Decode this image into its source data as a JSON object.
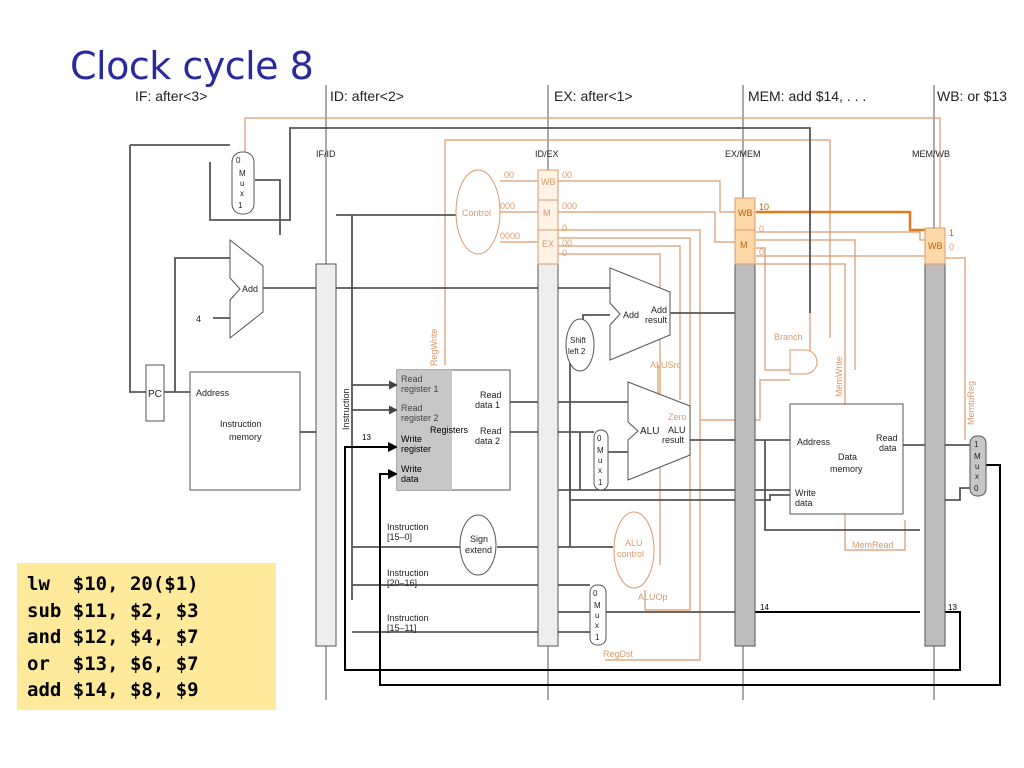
{
  "title": "Clock cycle 8",
  "stages": {
    "if": "IF: after<3>",
    "id": "ID: after<2>",
    "ex": "EX: after<1>",
    "mem": "MEM: add $14, . . .",
    "wb": "WB: or $13"
  },
  "pipeline_registers": {
    "ifid": "IF/ID",
    "idex": "ID/EX",
    "exmem": "EX/MEM",
    "memwb": "MEM/WB"
  },
  "units": {
    "pc": "PC",
    "address": "Address",
    "imem1": "Instruction",
    "imem2": "memory",
    "add": "Add",
    "four": "4",
    "mux": [
      "M",
      "u",
      "x"
    ],
    "zero": "0",
    "one": "1",
    "instruction": "Instruction",
    "regs": {
      "rr1a": "Read",
      "rr1b": "register 1",
      "rr2a": "Read",
      "rr2b": "register 2",
      "wra": "Write",
      "wrb": "register",
      "wda": "Write",
      "wdb": "data",
      "name": "Registers",
      "rd1a": "Read",
      "rd1b": "data 1",
      "rd2a": "Read",
      "rd2b": "data 2"
    },
    "sign1": "Sign",
    "sign2": "extend",
    "shift1": "Shift",
    "shift2": "left 2",
    "addresult_add": "Add",
    "addresult1": "Add",
    "addresult2": "result",
    "alu": "ALU",
    "alur1": "ALU",
    "alur2": "result",
    "zero_label": "Zero",
    "aluctl1": "ALU",
    "aluctl2": "control",
    "dmem_addr": "Address",
    "dmem1": "Data",
    "dmem2": "memory",
    "dmem_rd1": "Read",
    "dmem_rd2": "data",
    "dmem_wd1": "Write",
    "dmem_wd2": "data",
    "control": "Control",
    "wb": "WB",
    "m": "M",
    "ex": "EX",
    "inst150a": "Instruction",
    "inst150b": "[15–0]",
    "inst2016a": "Instruction",
    "inst2016b": "[20–16]",
    "inst1511a": "Instruction",
    "inst1511b": "[15–11]"
  },
  "control_signals": {
    "regwrite": "RegWrite",
    "alusrc": "ALUSrc",
    "aluop": "ALUOp",
    "regdst": "RegDst",
    "branch": "Branch",
    "memwrite": "MemWrite",
    "memread": "MemRead",
    "memtoreg": "MemtoReg"
  },
  "values": {
    "idex_wb": "00",
    "idex_m": "000",
    "idex_ex": "0000",
    "exwb": "00",
    "exm": "000",
    "ex0a": "0",
    "ex0b": "00",
    "ex0c": "0",
    "memwb_wb": "10",
    "mm0a": "0",
    "mm0b": "0",
    "wb1": "1",
    "wb0": "0",
    "r13a": "13",
    "r14": "14",
    "r13b": "13"
  },
  "code": [
    "lw  $10, 20($1)",
    "sub $11, $2, $3",
    "and $12, $4, $7",
    "or  $13, $6, $7",
    "add $14, $8, $9"
  ],
  "colors": {
    "title": "#2a2aa0",
    "control": "#d99a6c",
    "pipe_reg": "#d6d6d6",
    "reg_shaded": "#c7c7c7",
    "active": "#e07a1f",
    "code_bg": "#ffe99a"
  }
}
